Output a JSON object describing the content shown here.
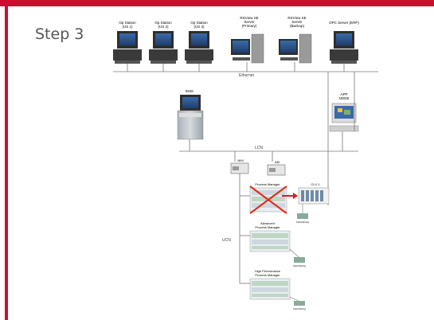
{
  "slide": {
    "title": "Step 3",
    "colors": {
      "accent": "#c8102e",
      "title_text": "#555555"
    }
  },
  "diagram": {
    "stations": [
      {
        "label": "Op Station",
        "sub": "(US 1)"
      },
      {
        "label": "Op Station",
        "sub": "(US 2)"
      },
      {
        "label": "Op Station",
        "sub": "(US 3)"
      },
      {
        "label": "RSView SE",
        "sub": "Server",
        "sub2": "(Primary)"
      },
      {
        "label": "RSView SE",
        "sub": "Server",
        "sub2": "(Backup)"
      },
      {
        "label": "OPC Server (ERP)"
      }
    ],
    "ethernet_label": "Ethernet",
    "ems_label": "EMS",
    "app_label": "APP",
    "app_sub": "NODE",
    "lcn_label": "LCN",
    "nim_label": "NIM",
    "am_label": "AM",
    "ucn_label": "UCN",
    "process_manager_label": "Process Manager",
    "clx_label": "CLX 1",
    "apm_label": "Advanced",
    "apm_label2": "Process Manager",
    "hpm_label": "High Performance",
    "hpm_label2": "Process Manager",
    "field_label": "Field Wiring",
    "colors": {
      "cross": "#e0301e",
      "arrow": "#d0202a",
      "line": "#777777",
      "cabinet": "#bfc6cc"
    }
  }
}
